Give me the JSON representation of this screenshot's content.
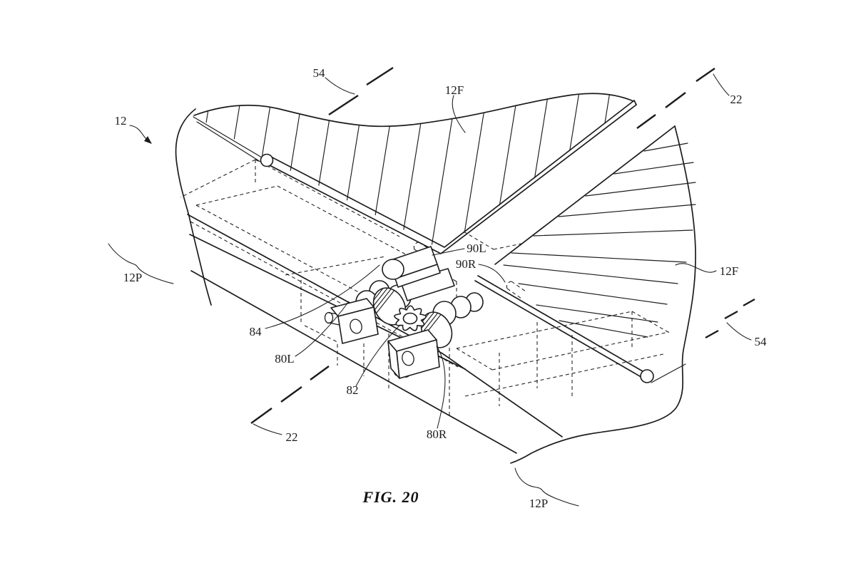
{
  "figure": {
    "caption": "FIG. 20",
    "reference_labels": [
      {
        "id": "device",
        "text": "12"
      },
      {
        "id": "axis-54-top",
        "text": "54"
      },
      {
        "id": "flap-12f-top",
        "text": "12F"
      },
      {
        "id": "axis-22-top",
        "text": "22"
      },
      {
        "id": "portion-12p-left",
        "text": "12P"
      },
      {
        "id": "flap-12f-right",
        "text": "12F"
      },
      {
        "id": "axis-54-right",
        "text": "54"
      },
      {
        "id": "pin-90l",
        "text": "90L"
      },
      {
        "id": "pin-90r",
        "text": "90R"
      },
      {
        "id": "arm-84",
        "text": "84"
      },
      {
        "id": "gear-80l",
        "text": "80L"
      },
      {
        "id": "gear-82",
        "text": "82"
      },
      {
        "id": "axis-22-bottom",
        "text": "22"
      },
      {
        "id": "gear-80r",
        "text": "80R"
      },
      {
        "id": "portion-12p-bottom",
        "text": "12P"
      }
    ]
  },
  "colors": {
    "ink": "#1c1c1c",
    "paper": "#ffffff"
  }
}
